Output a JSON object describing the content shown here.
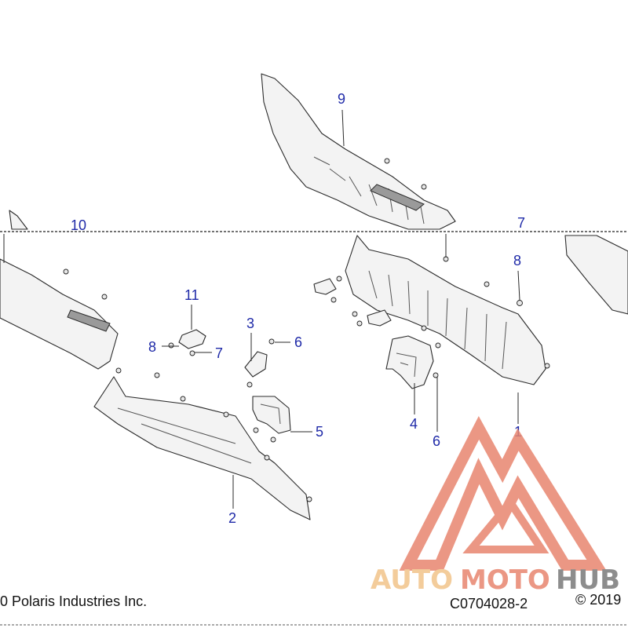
{
  "callouts": [
    {
      "id": "1",
      "label": "1"
    },
    {
      "id": "2",
      "label": "2"
    },
    {
      "id": "3",
      "label": "3"
    },
    {
      "id": "4",
      "label": "4"
    },
    {
      "id": "5",
      "label": "5"
    },
    {
      "id": "6a",
      "label": "6"
    },
    {
      "id": "6b",
      "label": "6"
    },
    {
      "id": "7a",
      "label": "7"
    },
    {
      "id": "7b",
      "label": "7"
    },
    {
      "id": "8a",
      "label": "8"
    },
    {
      "id": "8b",
      "label": "8"
    },
    {
      "id": "9",
      "label": "9"
    },
    {
      "id": "10",
      "label": "10"
    },
    {
      "id": "11",
      "label": "11"
    }
  ],
  "footer": {
    "left_copyright": "0 Polaris Industries Inc.",
    "diagram_code": "C0704028-2",
    "right_copyright": "© 2019"
  },
  "watermark": {
    "brand_part1": "AUTO",
    "brand_part2": "MOTO",
    "brand_part3": "HUB",
    "color_primary": "#e8866f",
    "color_secondary": "#f2c48a",
    "color_dark": "#7a7a7a"
  }
}
